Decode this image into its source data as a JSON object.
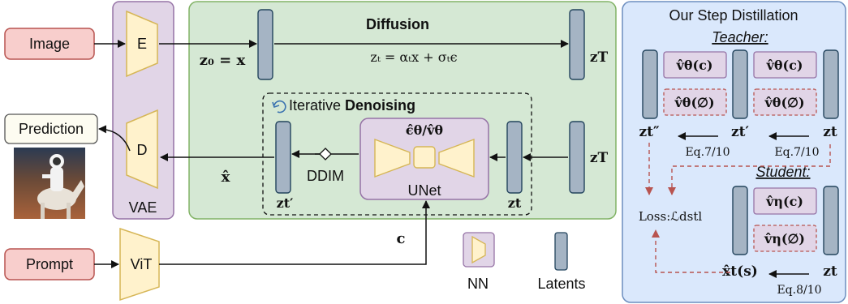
{
  "inputs": {
    "image": "Image",
    "prompt": "Prompt",
    "prediction": "Prediction"
  },
  "vae": {
    "label": "VAE",
    "encoder": "E",
    "decoder": "D"
  },
  "vit": {
    "label": "ViT"
  },
  "diffusion": {
    "title": "Diffusion",
    "z0_eq": "z₀ = x",
    "forward_eq": "zₜ = αₜx + σₜϵ",
    "zT": "zT"
  },
  "denoising": {
    "prefix": "Iterative ",
    "bold": "Denoising",
    "unet_label": "UNet",
    "unet_output": "ϵ̂θ/v̂θ",
    "ddim": "DDIM",
    "z_t_prime": "zt′",
    "z_t": "zt",
    "zT": "zT",
    "x_hat": "x̂",
    "c": "c"
  },
  "legend": {
    "nn": "NN",
    "latents": "Latents"
  },
  "distill": {
    "title": "Our Step Distillation",
    "teacher": "Teacher:",
    "student": "Student:",
    "v_theta_c": "v̂θ(c)",
    "v_theta_null": "v̂θ(∅)",
    "v_eta_c": "v̂η(c)",
    "v_eta_null": "v̂η(∅)",
    "z_t_dprime": "zt″",
    "z_t_prime": "zt′",
    "z_t": "zt",
    "eq_710_a": "Eq.7/10",
    "eq_710_b": "Eq.7/10",
    "eq_810": "Eq.8/10",
    "loss": "Loss:ℒdstl",
    "x_hat_s": "x̂t(s)"
  },
  "colors": {
    "green_fill": "#d5e8d4",
    "green_stroke": "#82b366",
    "purple_fill": "#e1d5e7",
    "purple_stroke": "#9673a6",
    "red_fill": "#f8cecc",
    "red_stroke": "#b85450",
    "yellow_fill": "#fff2cc",
    "yellow_stroke": "#d6b656",
    "blue_fill": "#dae8fc",
    "blue_stroke": "#6c8ebf",
    "latent_fill": "#a5b4c4",
    "latent_stroke": "#23445d"
  }
}
